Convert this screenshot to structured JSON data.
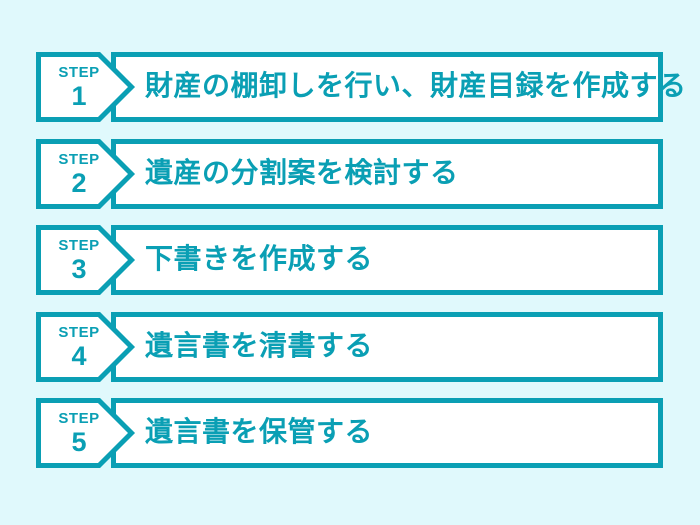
{
  "colors": {
    "accent": "#0A9FB4",
    "background": "#E0F9FC",
    "panel": "#FFFFFF"
  },
  "steps": [
    {
      "label": "STEP",
      "number": "1",
      "text": "財産の棚卸しを行い、財産目録を作成する"
    },
    {
      "label": "STEP",
      "number": "2",
      "text": "遺産の分割案を検討する"
    },
    {
      "label": "STEP",
      "number": "3",
      "text": "下書きを作成する"
    },
    {
      "label": "STEP",
      "number": "4",
      "text": "遺言書を清書する"
    },
    {
      "label": "STEP",
      "number": "5",
      "text": "遺言書を保管する"
    }
  ]
}
